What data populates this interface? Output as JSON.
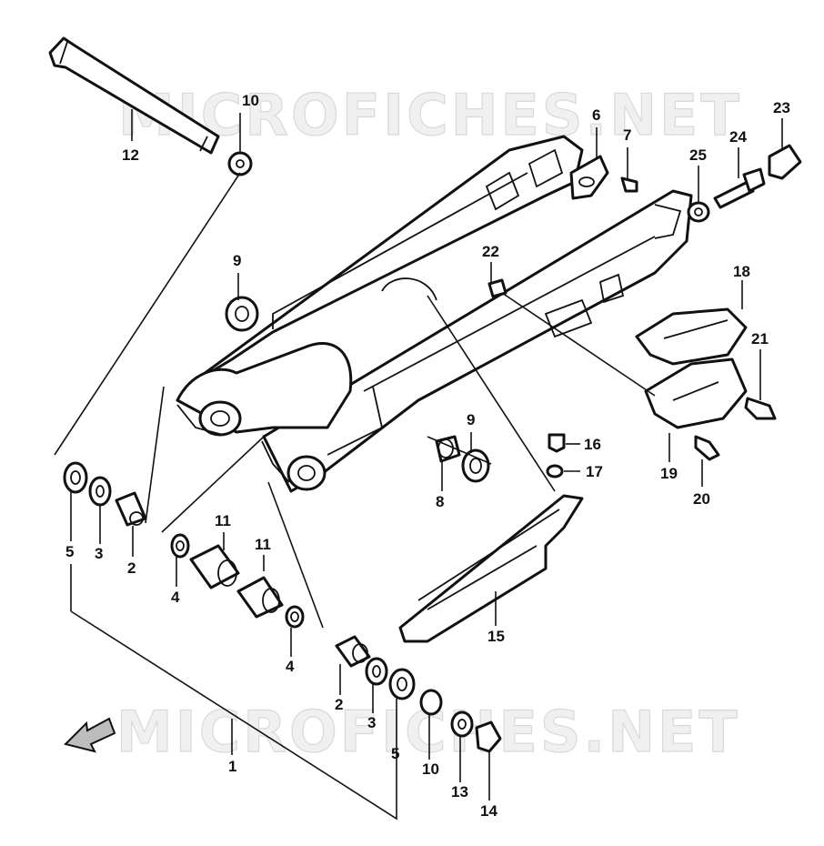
{
  "watermark": {
    "text": "MICROFICHES.NET"
  },
  "callouts": {
    "c1": "1",
    "c2a": "2",
    "c2b": "2",
    "c3a": "3",
    "c3b": "3",
    "c4a": "4",
    "c4b": "4",
    "c5a": "5",
    "c5b": "5",
    "c6": "6",
    "c7": "7",
    "c8": "8",
    "c9a": "9",
    "c9b": "9",
    "c10a": "10",
    "c10b": "10",
    "c11a": "11",
    "c11b": "11",
    "c12": "12",
    "c13": "13",
    "c14": "14",
    "c15": "15",
    "c16": "16",
    "c17": "17",
    "c18": "18",
    "c19": "19",
    "c20": "20",
    "c21": "21",
    "c22": "22",
    "c23": "23",
    "c24": "24",
    "c25": "25"
  },
  "icons": {
    "direction_arrow": "front-direction-arrow-icon"
  }
}
